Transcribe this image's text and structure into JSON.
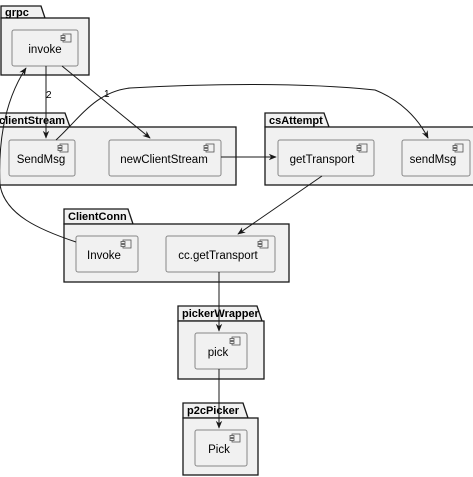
{
  "packages": {
    "grpc": {
      "title": "grpc"
    },
    "clientStream": {
      "title": "clientStream"
    },
    "csAttempt": {
      "title": "csAttempt"
    },
    "clientConn": {
      "title": "ClientConn"
    },
    "pickerWrapper": {
      "title": "pickerWrapper"
    },
    "p2cPicker": {
      "title": "p2cPicker"
    }
  },
  "components": {
    "invoke": {
      "label": "invoke"
    },
    "sendMsgStream": {
      "label": "SendMsg"
    },
    "newClientStream": {
      "label": "newClientStream"
    },
    "getTransport": {
      "label": "getTransport"
    },
    "sendMsgAttempt": {
      "label": "sendMsg"
    },
    "ccInvoke": {
      "label": "Invoke"
    },
    "ccGetTransport": {
      "label": "cc.getTransport"
    },
    "pick": {
      "label": "pick"
    },
    "p2cPick": {
      "label": "Pick"
    }
  },
  "edges": {
    "invokeToSendMsg": {
      "label": "2"
    },
    "invokeToNewClientStream": {
      "label": "1"
    }
  }
}
